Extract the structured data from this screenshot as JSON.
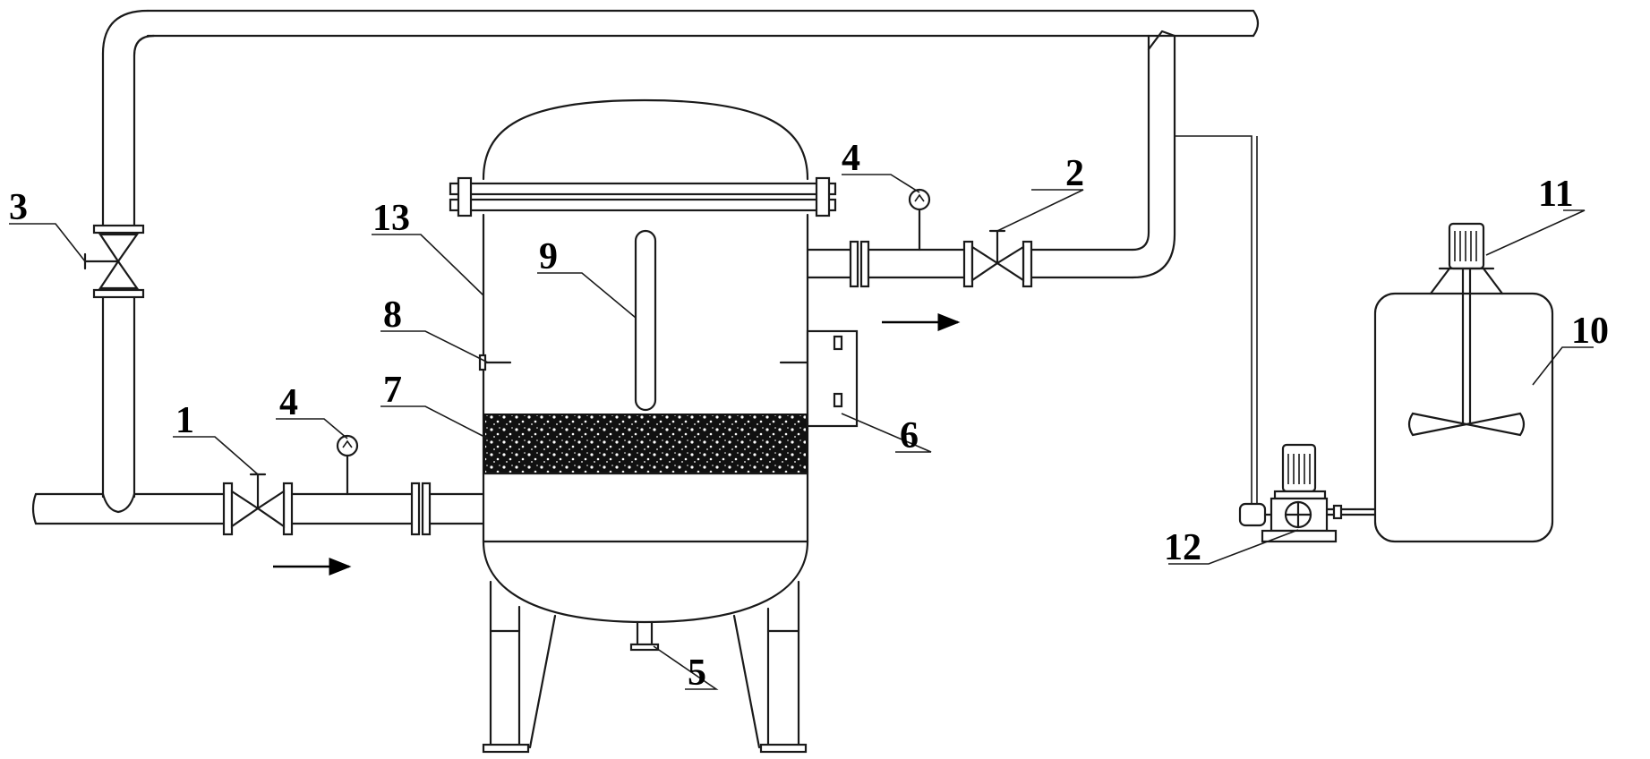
{
  "labels": {
    "l1": "1",
    "l2": "2",
    "l3": "3",
    "l4a": "4",
    "l4b": "4",
    "l5": "5",
    "l6": "6",
    "l7": "7",
    "l8": "8",
    "l9": "9",
    "l10": "10",
    "l11": "11",
    "l12": "12",
    "l13": "13"
  }
}
